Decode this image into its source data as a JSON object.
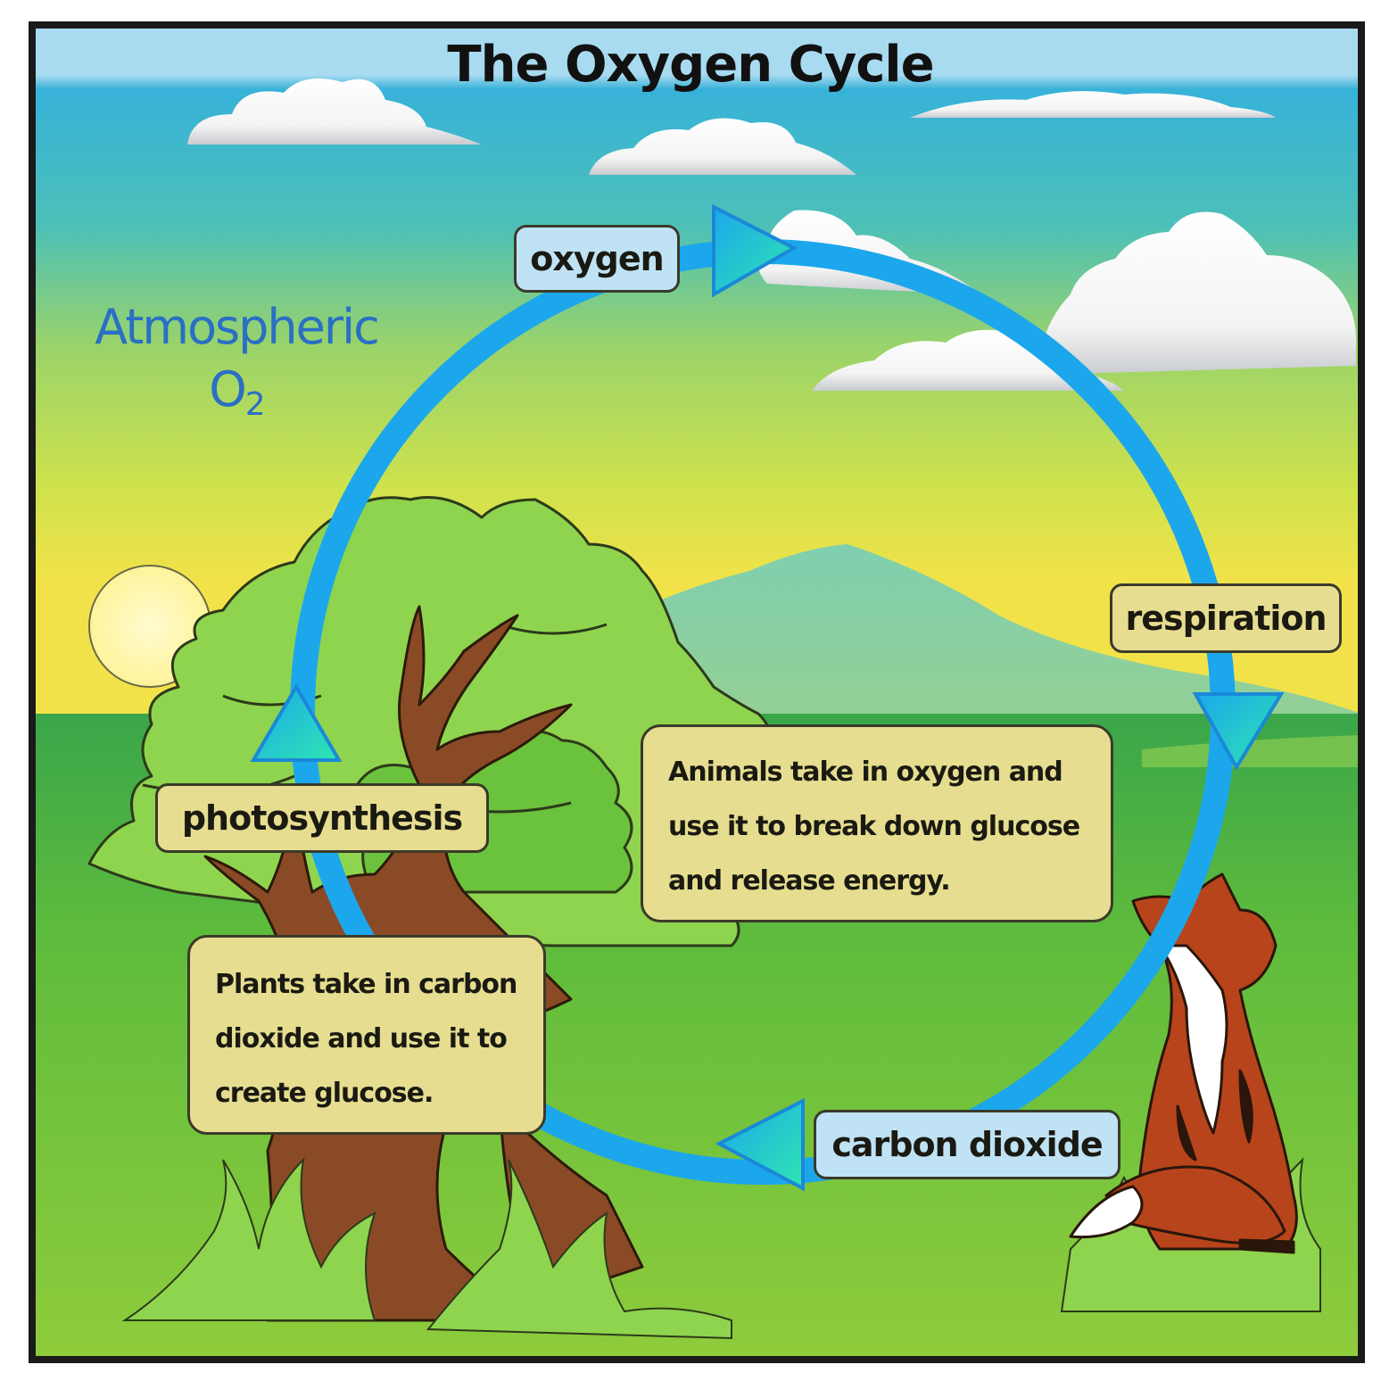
{
  "title": "The Oxygen Cycle",
  "atmosphere_label": {
    "line1": "Atmospheric",
    "line2": "O",
    "subscript": "2"
  },
  "cycle_labels": {
    "oxygen": "oxygen",
    "respiration": "respiration",
    "carbon_dioxide": "carbon dioxide",
    "photosynthesis": "photosynthesis"
  },
  "notes": {
    "animals": [
      "Animals take in oxygen and",
      "use it to break down glucose",
      "and release energy."
    ],
    "plants": [
      "Plants take in carbon",
      "dioxide and use it to",
      "create glucose."
    ]
  },
  "colors": {
    "cycle_arrow": "#1ca7ec",
    "label_blue": "#bfe2f5",
    "label_tan": "#e6dd90",
    "sky_top": "#a8daf0",
    "sky_bottom": "#f0e04a",
    "grass": "#4cb64c",
    "atmosphere_text": "#2a6fc4"
  }
}
